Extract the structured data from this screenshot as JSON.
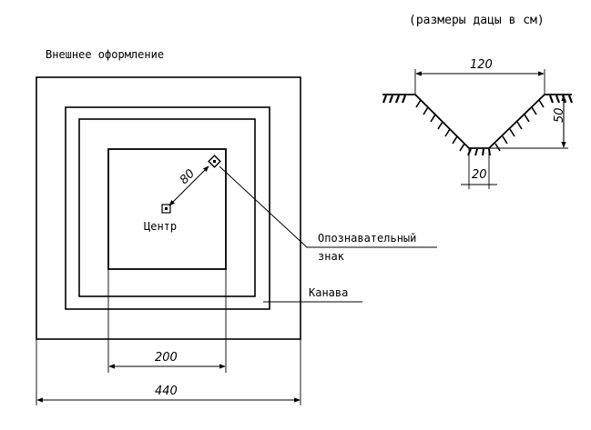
{
  "labels": {
    "units_note": "(размеры дацы в см)",
    "exterior_title": "Внешнее оформление",
    "center": "Центр",
    "marker_line1": "Опознавательный",
    "marker_line2": "знак",
    "ditch": "Канава"
  },
  "dimensions": {
    "center_to_marker": "80",
    "inner_square": "200",
    "outer_square": "440",
    "profile_top": "120",
    "profile_depth": "50",
    "profile_bottom": "20"
  },
  "colors": {
    "ink": "#000000",
    "paper": "#ffffff"
  }
}
